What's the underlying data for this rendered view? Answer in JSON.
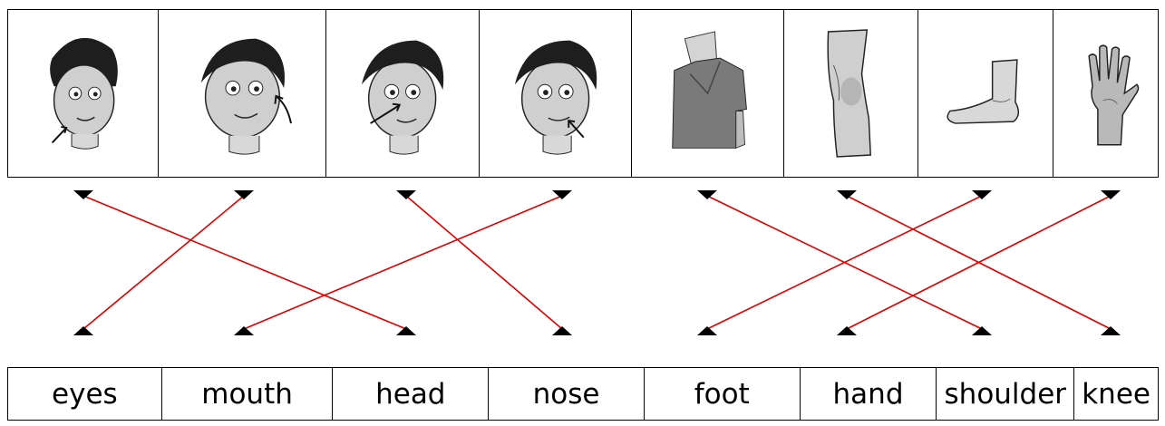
{
  "pictures": [
    {
      "icon": "boy-face-arrow-chin-icon"
    },
    {
      "icon": "boy-face-arrow-ear-icon"
    },
    {
      "icon": "boy-face-arrow-nose-icon"
    },
    {
      "icon": "boy-face-arrow-mouth-icon"
    },
    {
      "icon": "shoulder-icon"
    },
    {
      "icon": "knee-icon"
    },
    {
      "icon": "foot-icon"
    },
    {
      "icon": "hand-icon"
    }
  ],
  "words": [
    "eyes",
    "mouth",
    "head",
    "nose",
    "foot",
    "hand",
    "shoulder",
    "knee"
  ],
  "matches": [
    {
      "picture": 0,
      "word": 2
    },
    {
      "picture": 1,
      "word": 0
    },
    {
      "picture": 2,
      "word": 3
    },
    {
      "picture": 3,
      "word": 1
    },
    {
      "picture": 4,
      "word": 6
    },
    {
      "picture": 5,
      "word": 7
    },
    {
      "picture": 6,
      "word": 4
    },
    {
      "picture": 7,
      "word": 5
    }
  ],
  "colors": {
    "line": "#e00000",
    "marker": "#000000",
    "border": "#000000"
  }
}
